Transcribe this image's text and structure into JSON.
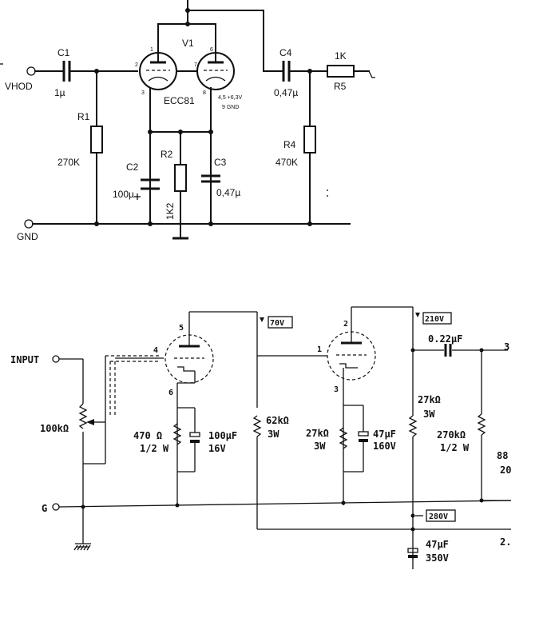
{
  "top": {
    "input_label": "VHOD",
    "ground_label": "GND",
    "c1": {
      "name": "C1",
      "value": "1µ"
    },
    "r1": {
      "name": "R1",
      "value": "270K"
    },
    "tube": {
      "name": "V1",
      "type": "ECC81",
      "heater": "4,5 +6,3V",
      "heater_gnd": "9  GND",
      "pins": [
        "1",
        "2",
        "3",
        "6",
        "7",
        "8"
      ]
    },
    "c2": {
      "name": "C2",
      "value": "100µ"
    },
    "r2": {
      "name": "R2",
      "value": "1K2"
    },
    "c3": {
      "name": "C3",
      "value": "0,47µ"
    },
    "c4": {
      "name": "C4",
      "value": "0,47µ"
    },
    "r4": {
      "name": "R4",
      "value": "470K"
    },
    "r5": {
      "name": "R5",
      "value": "1K"
    }
  },
  "bottom": {
    "input_label": "INPUT",
    "ground_label": "G",
    "pot": "100kΩ",
    "stage1": {
      "plate_pin": "5",
      "grid_pin": "4",
      "cathode_pin": "6",
      "voltage": "70V",
      "rk": [
        "470 Ω",
        "1/2 W"
      ],
      "ck": [
        "100µF",
        "16V"
      ],
      "rl": [
        "62kΩ",
        "3W"
      ]
    },
    "stage2": {
      "plate_pin": "2",
      "grid_pin": "1",
      "cathode_pin": "3",
      "voltage": "210V",
      "rk": [
        "27kΩ",
        "3W"
      ],
      "ck": [
        "47µF",
        "160V"
      ]
    },
    "r_load2": [
      "27kΩ",
      "3W"
    ],
    "c_out": "0.22µF",
    "r_grid": [
      "270kΩ",
      "1/2 W"
    ],
    "supply_voltage": "280V",
    "filter_cap": [
      "47µF",
      "350V"
    ],
    "edge_marks": [
      "3",
      "88",
      "20",
      "2."
    ]
  }
}
